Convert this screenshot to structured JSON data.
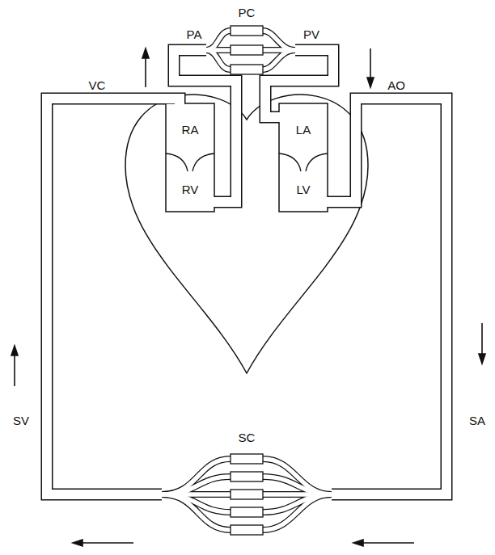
{
  "diagram": {
    "labels": [
      "PC",
      "PA",
      "PV",
      "VC",
      "AO",
      "RA",
      "LA",
      "RV",
      "LV",
      "SV",
      "SC",
      "SA"
    ]
  }
}
